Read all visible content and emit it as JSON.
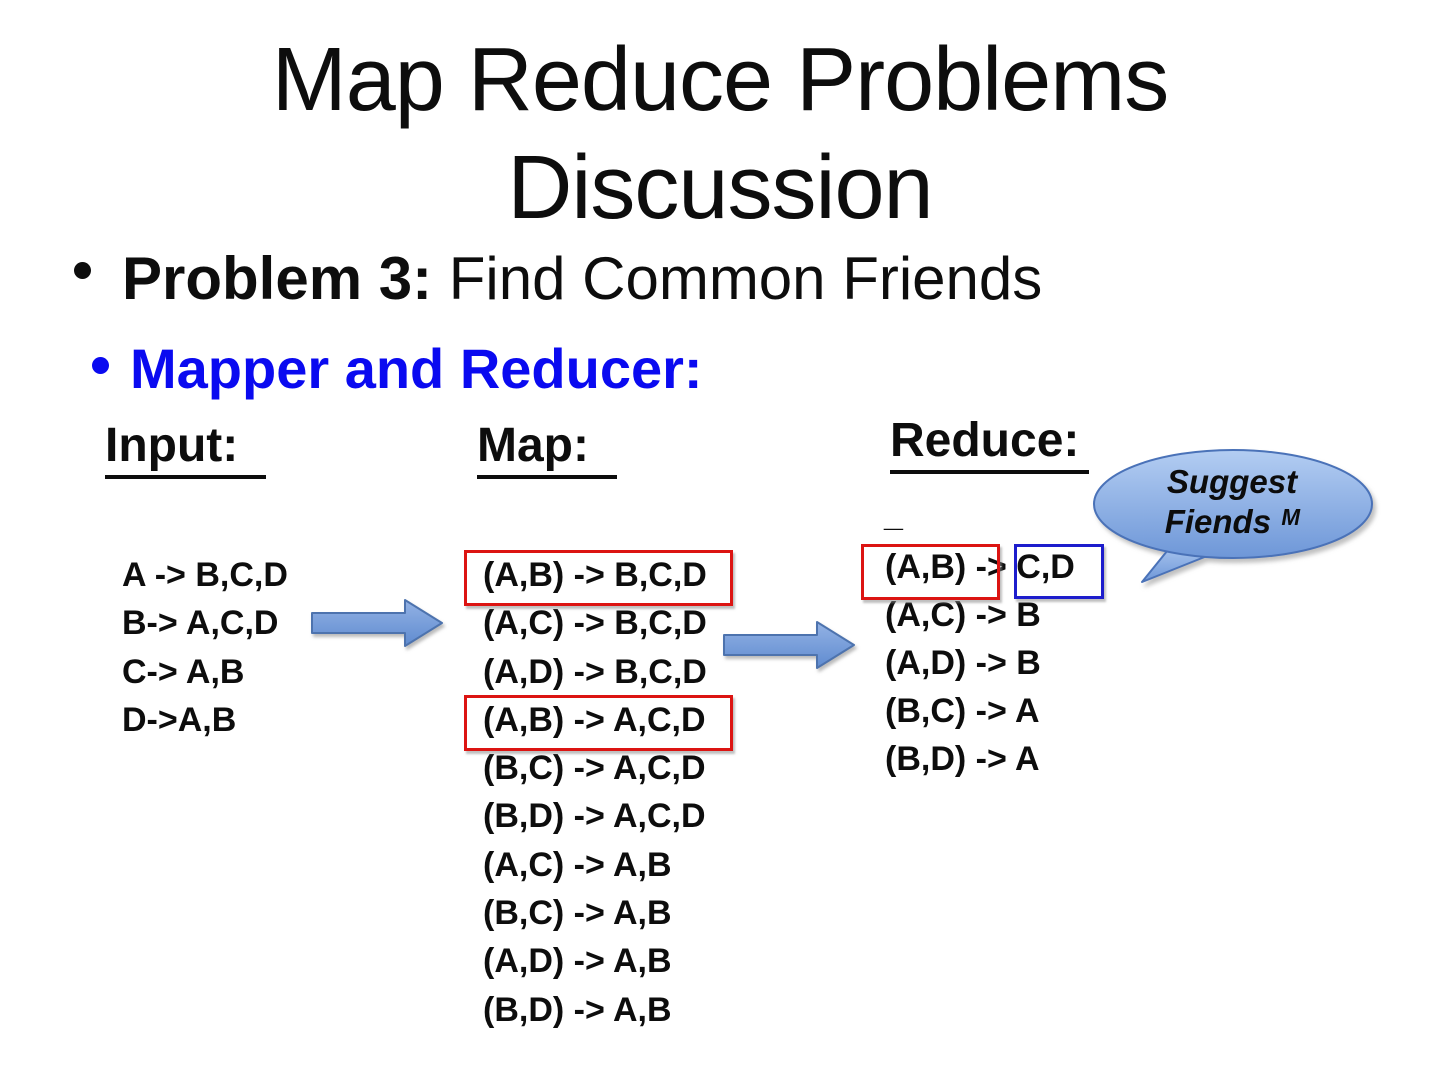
{
  "title": {
    "line1": "Map Reduce Problems",
    "line2": "Discussion"
  },
  "bullets": [
    {
      "bold": "Problem 3:",
      "text": " Find Common Friends"
    },
    {
      "bold": "Mapper and Reducer:"
    }
  ],
  "columns": {
    "input": {
      "header": "Input:",
      "lines": [
        "A -> B,C,D",
        "B-> A,C,D",
        "C-> A,B",
        "D->A,B"
      ]
    },
    "map": {
      "header": "Map:",
      "lines": [
        "(A,B) -> B,C,D",
        "(A,C) -> B,C,D",
        "(A,D) -> B,C,D",
        "(A,B) -> A,C,D",
        "(B,C) -> A,C,D",
        "(B,D) -> A,C,D",
        "(A,C) -> A,B",
        "(B,C) -> A,B",
        "(A,D) -> A,B",
        "(B,D) -> A,B"
      ]
    },
    "reduce": {
      "header": "Reduce:",
      "underscore": "_",
      "lines": [
        "(A,B) -> C,D",
        "(A,C) -> B",
        "(A,D) -> B",
        "(B,C) -> A",
        "(B,D) -> A"
      ]
    }
  },
  "callout": {
    "line1": "Suggest",
    "line2": "Fiends ᴹ"
  },
  "colors": {
    "text": "#0d0d0d",
    "bullet_blue": "#0a0af0",
    "highlight_red": "#dc1412",
    "highlight_blue": "#1d1dcc",
    "arrow_fill_top": "#93b2e4",
    "arrow_fill_bottom": "#5f8bd0",
    "arrow_stroke": "#4d73ae",
    "callout_fill_top": "#b3cdf2",
    "callout_fill_bottom": "#6e97d8",
    "callout_stroke": "#4a72b8"
  }
}
